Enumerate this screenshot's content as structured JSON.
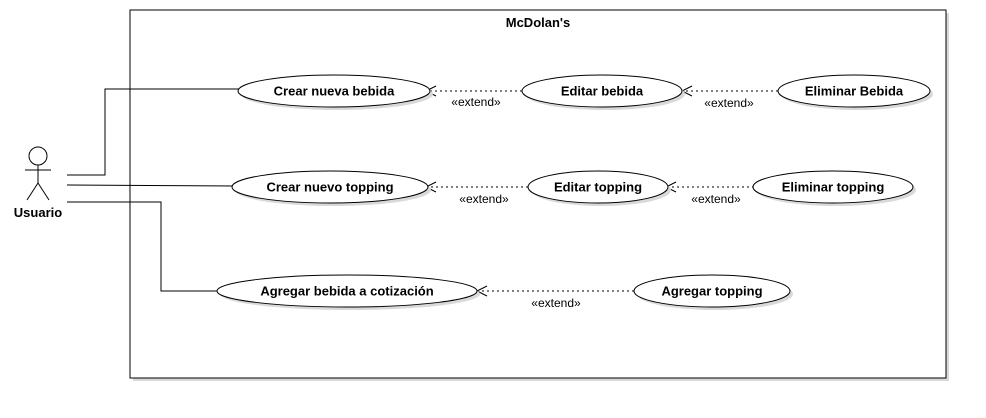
{
  "system": {
    "title": "McDolan's"
  },
  "actor": {
    "label": "Usuario"
  },
  "use_cases": {
    "crear_bebida": "Crear nueva bebida",
    "editar_bebida": "Editar bebida",
    "eliminar_bebida": "Eliminar Bebida",
    "crear_topping": "Crear nuevo topping",
    "editar_topping": "Editar topping",
    "eliminar_topping": "Eliminar topping",
    "agregar_bebida": "Agregar bebida a cotización",
    "agregar_topping": "Agregar topping"
  },
  "relations": {
    "extend_label": "«extend»"
  }
}
